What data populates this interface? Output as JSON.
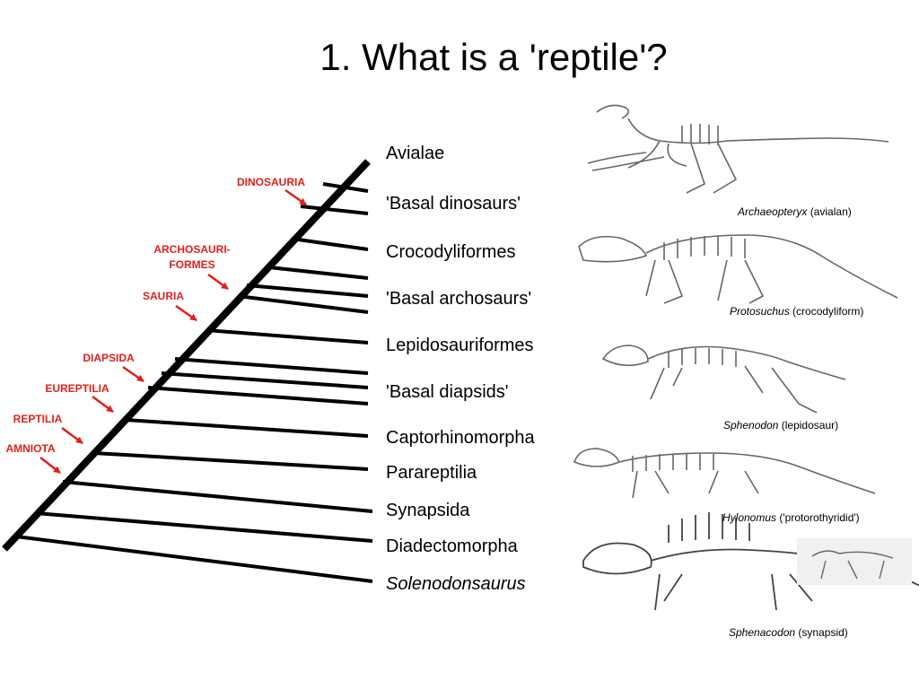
{
  "title": "1. What is a 'reptile'?",
  "taxa": [
    {
      "label": "Avialae",
      "italic": false
    },
    {
      "label": "'Basal dinosaurs'",
      "italic": false
    },
    {
      "label": "Crocodyliformes",
      "italic": false
    },
    {
      "label": "'Basal archosaurs'",
      "italic": false
    },
    {
      "label": "Lepidosauriformes",
      "italic": false
    },
    {
      "label": "'Basal diapsids'",
      "italic": false
    },
    {
      "label": "Captorhinomorpha",
      "italic": false
    },
    {
      "label": "Parareptilia",
      "italic": false
    },
    {
      "label": "Synapsida",
      "italic": false
    },
    {
      "label": "Diadectomorpha",
      "italic": false
    },
    {
      "label": "Solenodonsaurus",
      "italic": true
    }
  ],
  "clades": [
    {
      "label": "DINOSAURIA"
    },
    {
      "label": "ARCHOSAURI-\nFORMES"
    },
    {
      "label": "SAURIA"
    },
    {
      "label": "DIAPSIDA"
    },
    {
      "label": "EUREPTILIA"
    },
    {
      "label": "REPTILIA"
    },
    {
      "label": "AMNIOTA"
    }
  ],
  "specimens": [
    {
      "genus": "Archaeopteryx",
      "group": "(avialan)"
    },
    {
      "genus": "Protosuchus",
      "group": "(crocodyliform)"
    },
    {
      "genus": "Sphenodon",
      "group": "(lepidosaur)"
    },
    {
      "genus": "Hylonomus",
      "group": "('protorothyridid')"
    },
    {
      "genus": "Sphenacodon",
      "group": "(synapsid)"
    }
  ],
  "colors": {
    "clade_label": "#e0201c",
    "arrow": "#e0201c",
    "tree": "#000000",
    "skeleton": "#555555"
  }
}
